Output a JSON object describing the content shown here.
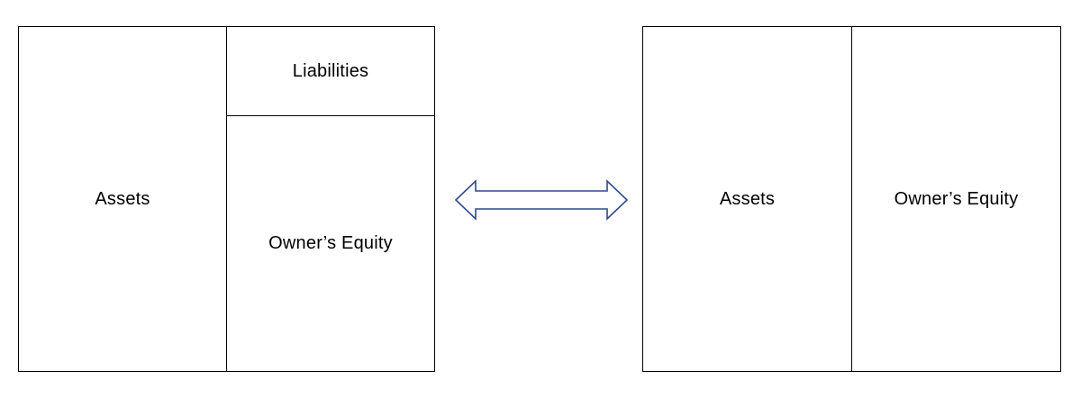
{
  "left_diagram": {
    "assets": "Assets",
    "liabilities": "Liabilities",
    "owners_equity": "Owner’s Equity"
  },
  "right_diagram": {
    "assets": "Assets",
    "owners_equity": "Owner’s Equity"
  },
  "colors": {
    "border": "#000000",
    "arrow_stroke": "#2F4A8A",
    "background": "#FFFFFF"
  },
  "icons": {
    "connector": "double-headed-arrow-icon"
  }
}
